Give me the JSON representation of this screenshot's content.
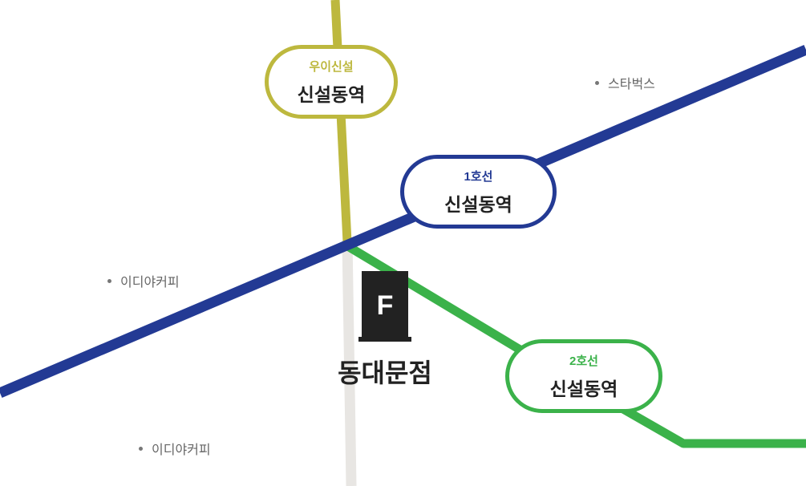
{
  "colors": {
    "ui_sinseol": "#bdb83e",
    "line1": "#233a94",
    "line2": "#3bb24a",
    "walk": "#e8e6e3"
  },
  "stations": [
    {
      "line": "우이신설",
      "name": "신설동역"
    },
    {
      "line": "1호선",
      "name": "신설동역"
    },
    {
      "line": "2호선",
      "name": "신설동역"
    }
  ],
  "pois": [
    "스타벅스",
    "이디야커피",
    "이디야커피"
  ],
  "store": {
    "icon_letter": "F",
    "name": "동대문점"
  }
}
